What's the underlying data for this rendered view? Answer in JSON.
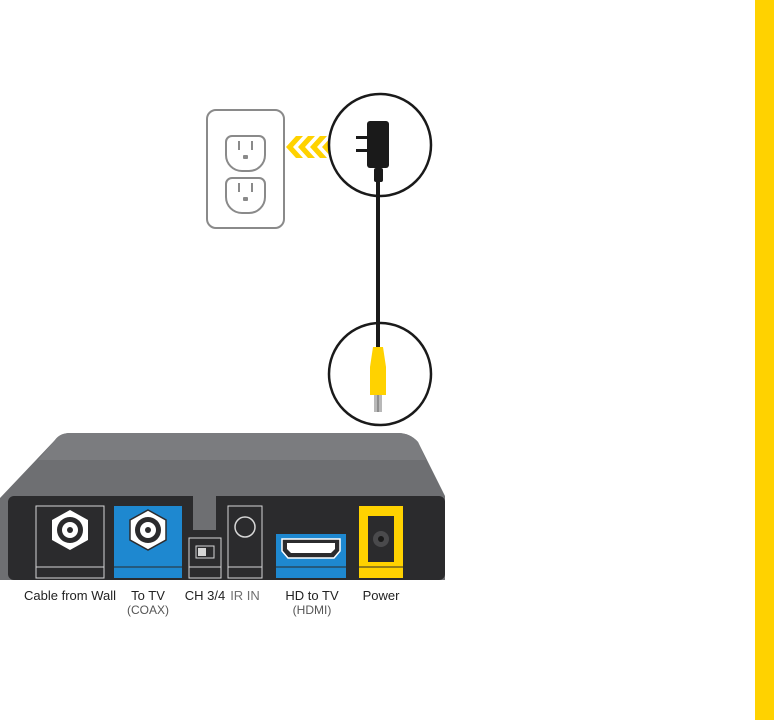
{
  "colors": {
    "accent_yellow": "#FFD200",
    "port_blue": "#1E88D0",
    "device_body": "#6E6F72",
    "device_face": "#2B2B2D",
    "outlet_stroke": "#8A8A8A",
    "cable": "#1A1A1A"
  },
  "icons": {
    "wall_outlet": "wall-outlet-icon",
    "plug": "power-plug-icon",
    "barrel_connector": "barrel-connector-icon",
    "arrow_left": "chevron-arrows-left-icon",
    "arrow_down": "chevron-arrows-down-icon",
    "coax": "coax-connector-icon",
    "hdmi": "hdmi-port-icon"
  },
  "ports": [
    {
      "label": "Cable from Wall",
      "sub": ""
    },
    {
      "label": "To TV",
      "sub": "(COAX)"
    },
    {
      "label": "CH 3/4",
      "sub": ""
    },
    {
      "label": "IR IN",
      "sub": ""
    },
    {
      "label": "HD to TV",
      "sub": "(HDMI)"
    },
    {
      "label": "Power",
      "sub": ""
    }
  ]
}
